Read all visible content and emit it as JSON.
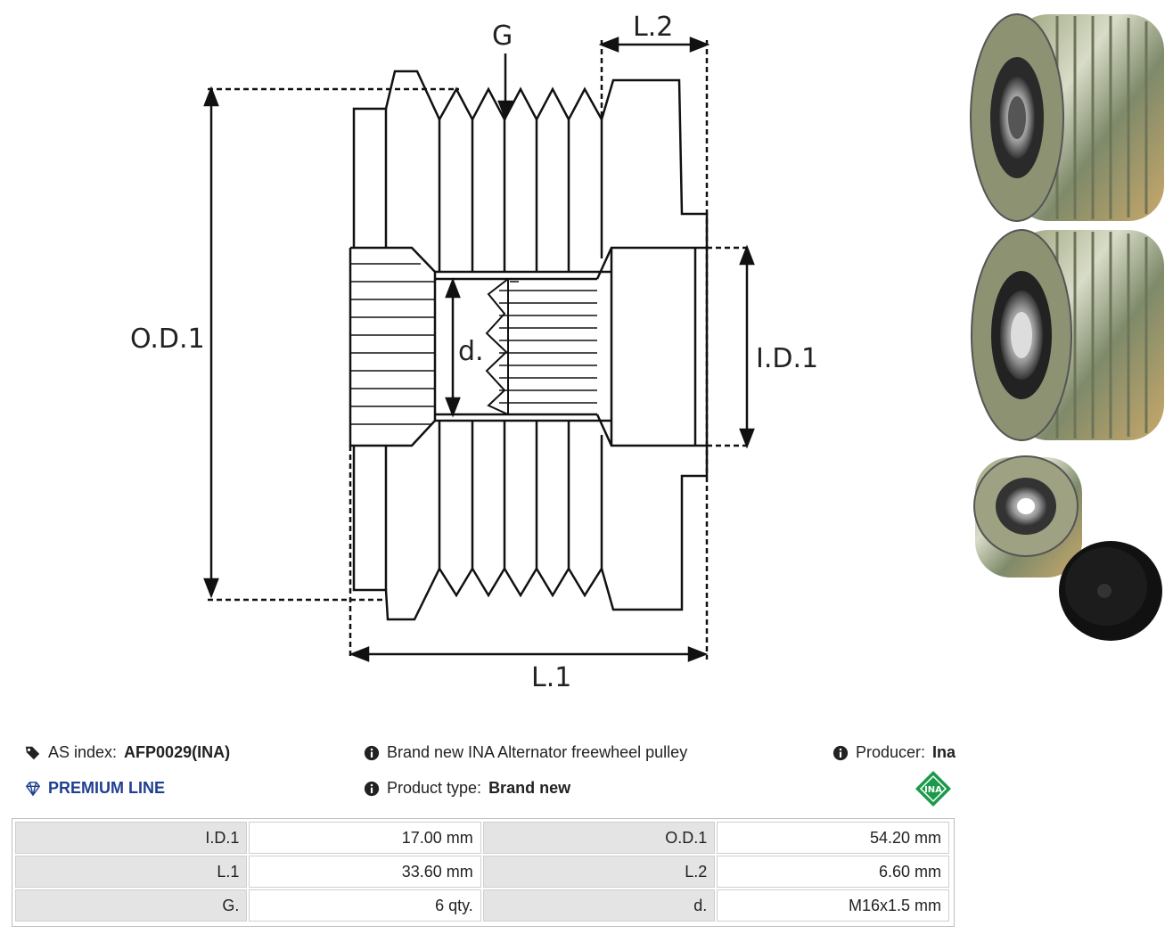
{
  "drawing": {
    "labels": {
      "g": "G",
      "l2": "L.2",
      "od1": "O.D.1",
      "id1": "I.D.1",
      "d": "d.",
      "l1": "L.1"
    }
  },
  "info": {
    "as_index_label": "AS index:",
    "as_index_value": "AFP0029(INA)",
    "premium": "PREMIUM LINE",
    "description": "Brand new INA Alternator freewheel pulley",
    "product_type_label": "Product type:",
    "product_type_value": "Brand new",
    "producer_label": "Producer:",
    "producer_value": "Ina",
    "brand_logo_text": "INA"
  },
  "specs": {
    "rows": [
      {
        "label1": "I.D.1",
        "value1": "17.00 mm",
        "label2": "O.D.1",
        "value2": "54.20 mm"
      },
      {
        "label1": "L.1",
        "value1": "33.60 mm",
        "label2": "L.2",
        "value2": "6.60 mm"
      },
      {
        "label1": "G.",
        "value1": "6 qty.",
        "label2": "d.",
        "value2": "M16x1.5 mm"
      }
    ]
  },
  "colors": {
    "premium": "#1f3f8f",
    "ina_green": "#1a9a4a",
    "label_cell": "#e4e4e4"
  }
}
